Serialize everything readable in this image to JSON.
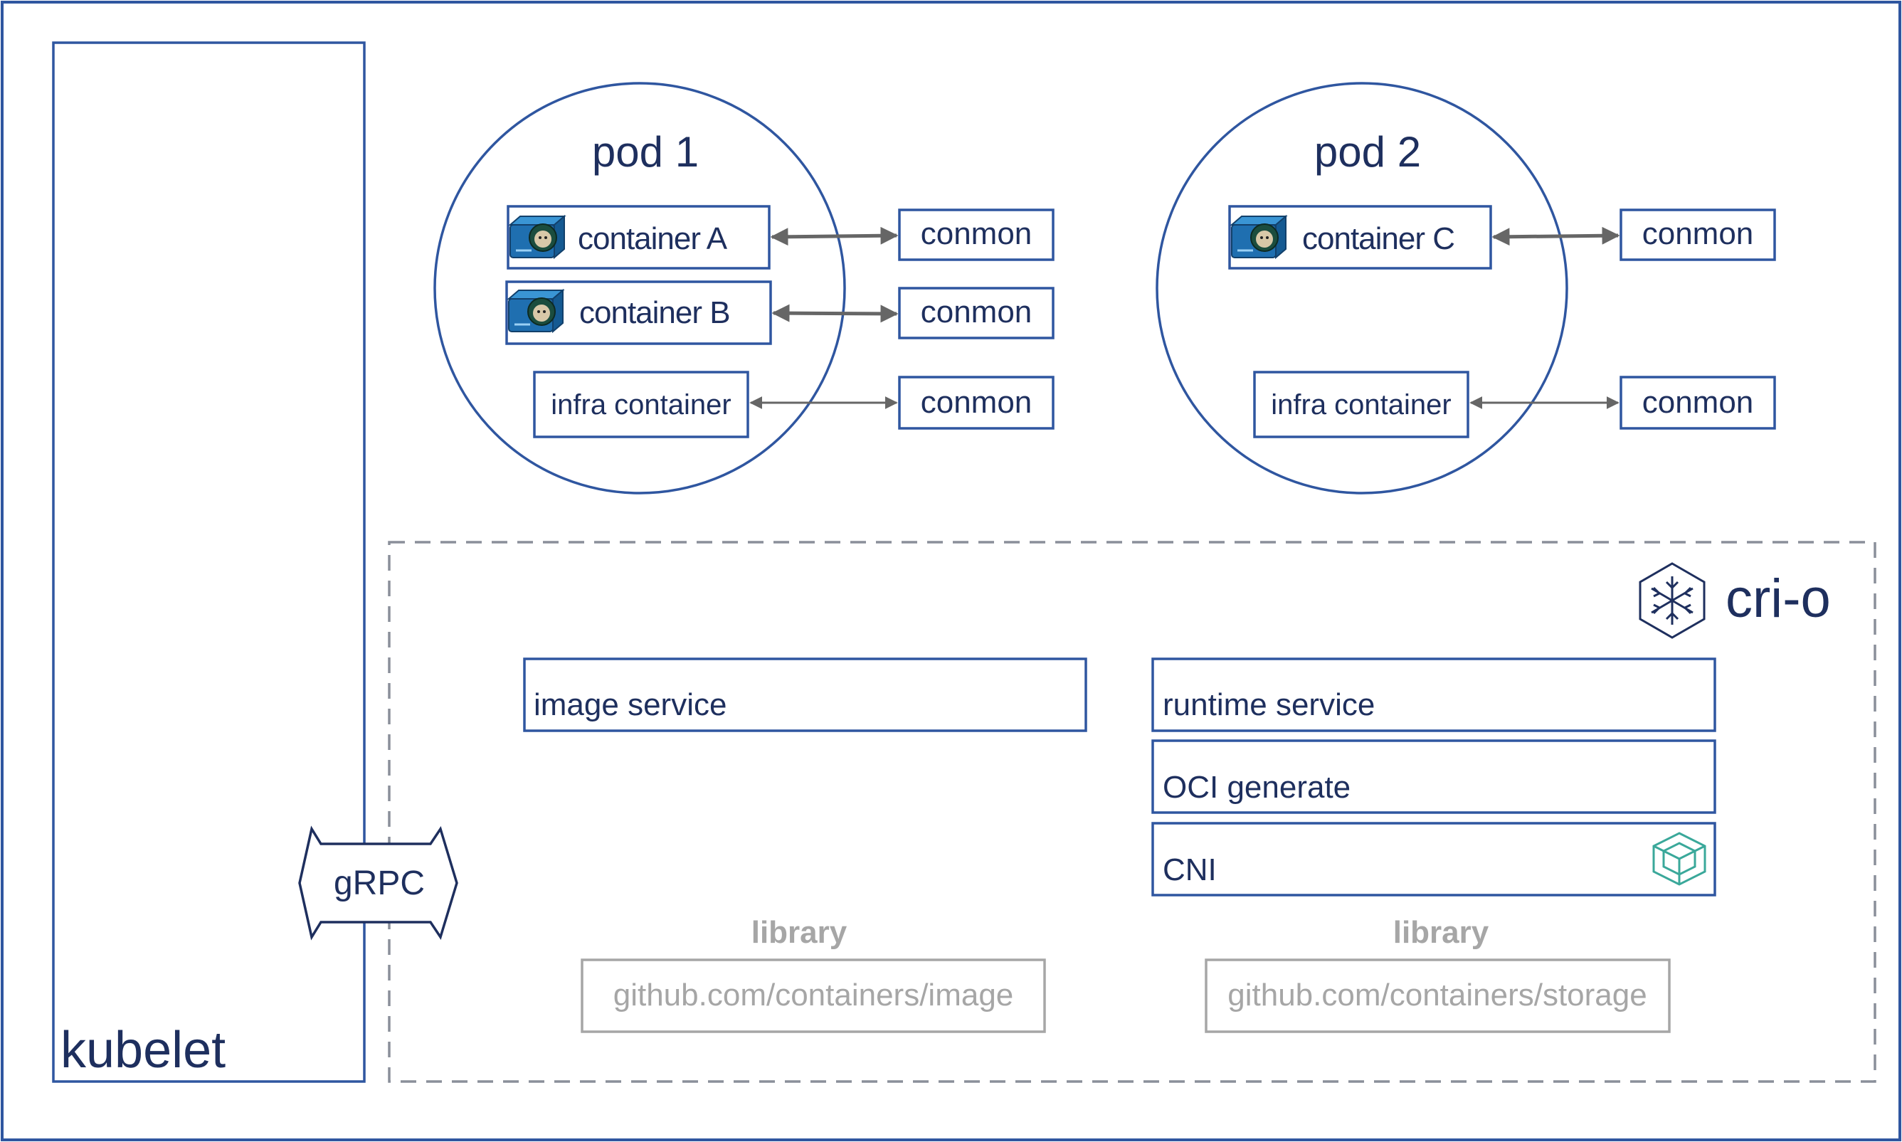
{
  "kubelet": {
    "label": "kubelet"
  },
  "grpc": {
    "label": "gRPC"
  },
  "pods": [
    {
      "title": "pod 1",
      "containers": [
        "container A",
        "container B"
      ],
      "infra": "infra container",
      "conmons": [
        "conmon",
        "conmon",
        "conmon"
      ]
    },
    {
      "title": "pod 2",
      "containers": [
        "container C"
      ],
      "infra": "infra container",
      "conmons": [
        "conmon",
        "conmon"
      ]
    }
  ],
  "crio": {
    "logo_text": "cri-o",
    "image_service": "image service",
    "runtime_service": "runtime service",
    "oci_generate": "OCI generate",
    "cni": "CNI"
  },
  "libraries": [
    {
      "heading": "library",
      "repo": "github.com/containers/image"
    },
    {
      "heading": "library",
      "repo": "github.com/containers/storage"
    }
  ],
  "colors": {
    "border_blue": "#2f56a0",
    "text_navy": "#1e2f5e",
    "arrow_gray": "#666666",
    "library_gray": "#a6a6a6",
    "cni_teal": "#3aa89a"
  },
  "icons": {
    "container": "container-icon",
    "crio_logo": "crio-snowflake-icon",
    "cni_logo": "cni-icon"
  }
}
